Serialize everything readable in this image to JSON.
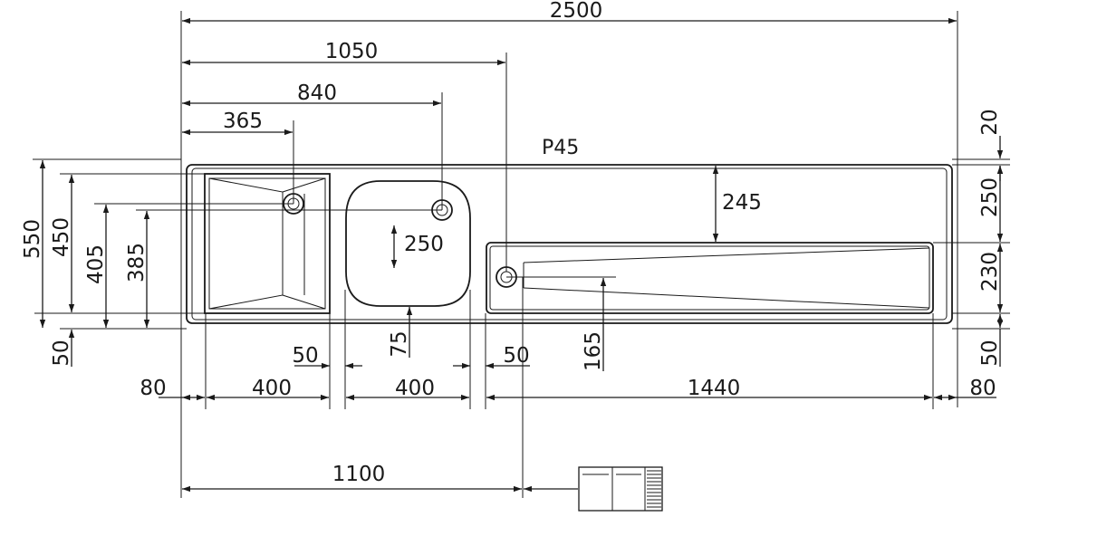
{
  "drawing": {
    "material_label": "P45",
    "horizontal_dims": {
      "overall_length": "2500",
      "to_third_drain": "1050",
      "to_second_drain": "840",
      "to_first_drain": "365",
      "left_margin": "80",
      "first_bowl_width": "400",
      "gap_first_second": "50",
      "second_bowl_width": "400",
      "gap_second_drainer": "50",
      "drainer_width": "1440",
      "right_margin": "80",
      "to_overflow": "1100"
    },
    "vertical_dims_left": {
      "overall_depth": "550",
      "first_bowl_outer": "450",
      "first_drain_height": "405",
      "second_drain_height": "385",
      "front_margin": "50"
    },
    "vertical_dims_inner": {
      "second_bowl_depth": "250",
      "second_bowl_front": "75",
      "drainer_back": "245",
      "drainer_drain": "165"
    },
    "vertical_dims_right": {
      "rim_back": "20",
      "back_zone": "250",
      "drainer_depth": "230",
      "front_margin": "50"
    }
  }
}
